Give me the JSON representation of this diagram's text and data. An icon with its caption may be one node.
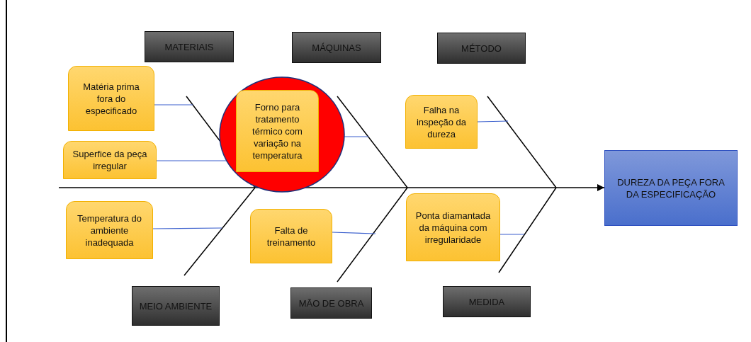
{
  "diagram": {
    "nodes": [
      {
        "text": [
          "MATERIAIS"
        ]
      },
      {
        "text": [
          "MÁQUINAS"
        ]
      },
      {
        "text": [
          "MÉTODO"
        ]
      },
      {
        "text": [
          "Matéria prima fora do especificado"
        ]
      },
      {
        "text": [],
        "shape": "circle"
      },
      {
        "text": [
          "Forno para tratamento térmico com variação na temperatura"
        ],
        "in": 4
      },
      {
        "text": [
          "Falha na inspeção da dureza"
        ]
      },
      {
        "text": [
          "Superfice da peça irregular"
        ]
      },
      {
        "text": [
          "DUREZA DA PEÇA FORA DA ESPECIFICAÇÃO"
        ]
      },
      {
        "text": [
          "Temperatura do ambiente inadequada"
        ]
      },
      {
        "text": [
          "Falta de treinamento"
        ]
      },
      {
        "text": [
          "Ponta diamantada da máquina com irregularidade"
        ]
      },
      {
        "text": [
          "MEIO AMBIENTE"
        ]
      },
      {
        "text": [
          "MÃO DE OBRA"
        ]
      },
      {
        "text": [
          "MEDIDA"
        ]
      }
    ],
    "edges": [
      {
        "from": null,
        "to": 8,
        "arrow": "to",
        "color": "#000000"
      },
      {
        "from": 3,
        "to": null,
        "arrow": "none"
      },
      {
        "from": 7,
        "to": 5,
        "arrow": "none"
      },
      {
        "from": 5,
        "to": null,
        "arrow": "none"
      },
      {
        "from": 6,
        "to": null,
        "arrow": "none"
      },
      {
        "from": 9,
        "to": null,
        "arrow": "none"
      },
      {
        "from": 10,
        "to": null,
        "arrow": "none"
      },
      {
        "from": 11,
        "to": null,
        "arrow": "none"
      }
    ]
  }
}
